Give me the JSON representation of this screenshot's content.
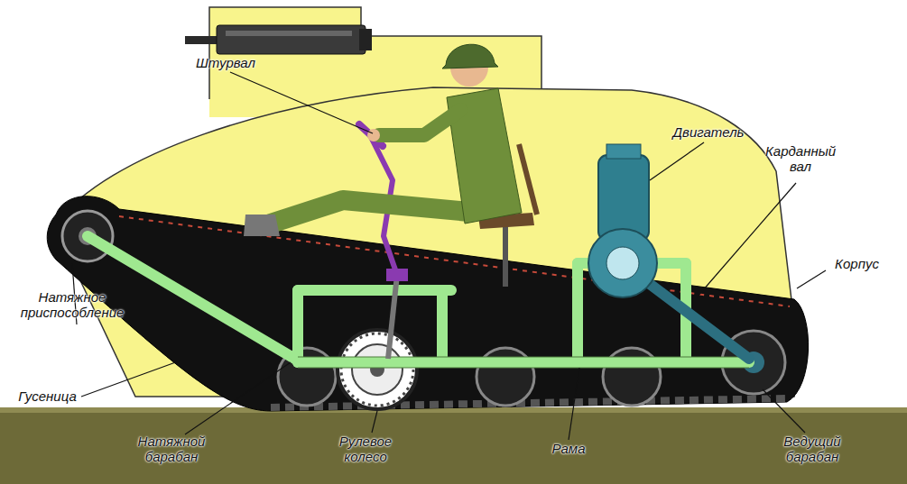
{
  "diagram": {
    "labels": [
      "Штурвал",
      "Двигатель",
      "Карданный вал",
      "Корпус",
      "Натяжное приспособление",
      "Гусеница",
      "Натяжной барабан",
      "Рулевое колесо",
      "Рама",
      "Ведущий барабан"
    ]
  }
}
